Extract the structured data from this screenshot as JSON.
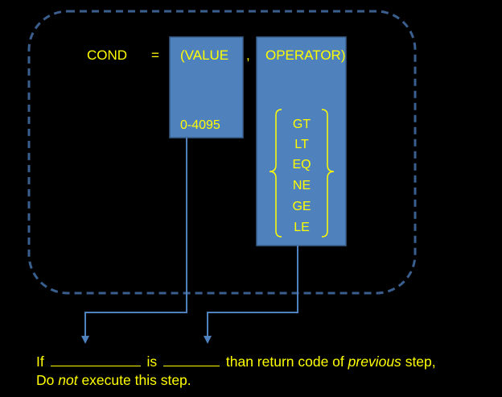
{
  "syntax": {
    "keyword": "COND",
    "equals": "=",
    "value_label": "(VALUE",
    "comma": ",",
    "operator_label": "OPERATOR)"
  },
  "value_box": {
    "range": "0-4095"
  },
  "operator_box": {
    "operators": [
      "GT",
      "LT",
      "EQ",
      "NE",
      "GE",
      "LE"
    ]
  },
  "caption": {
    "if_word": "If",
    "is_word": "is",
    "rest_line1": "than return code of",
    "previous_word": "previous",
    "step_word": "step,",
    "line2_do": "Do",
    "line2_not": "not",
    "line2_rest": "execute this step."
  },
  "colors": {
    "background": "#000000",
    "text": "#ffff00",
    "box_fill": "#4f81bd",
    "box_border": "#385d8a",
    "dashed_border": "#3a5f8f",
    "arrow": "#4f81bd"
  }
}
